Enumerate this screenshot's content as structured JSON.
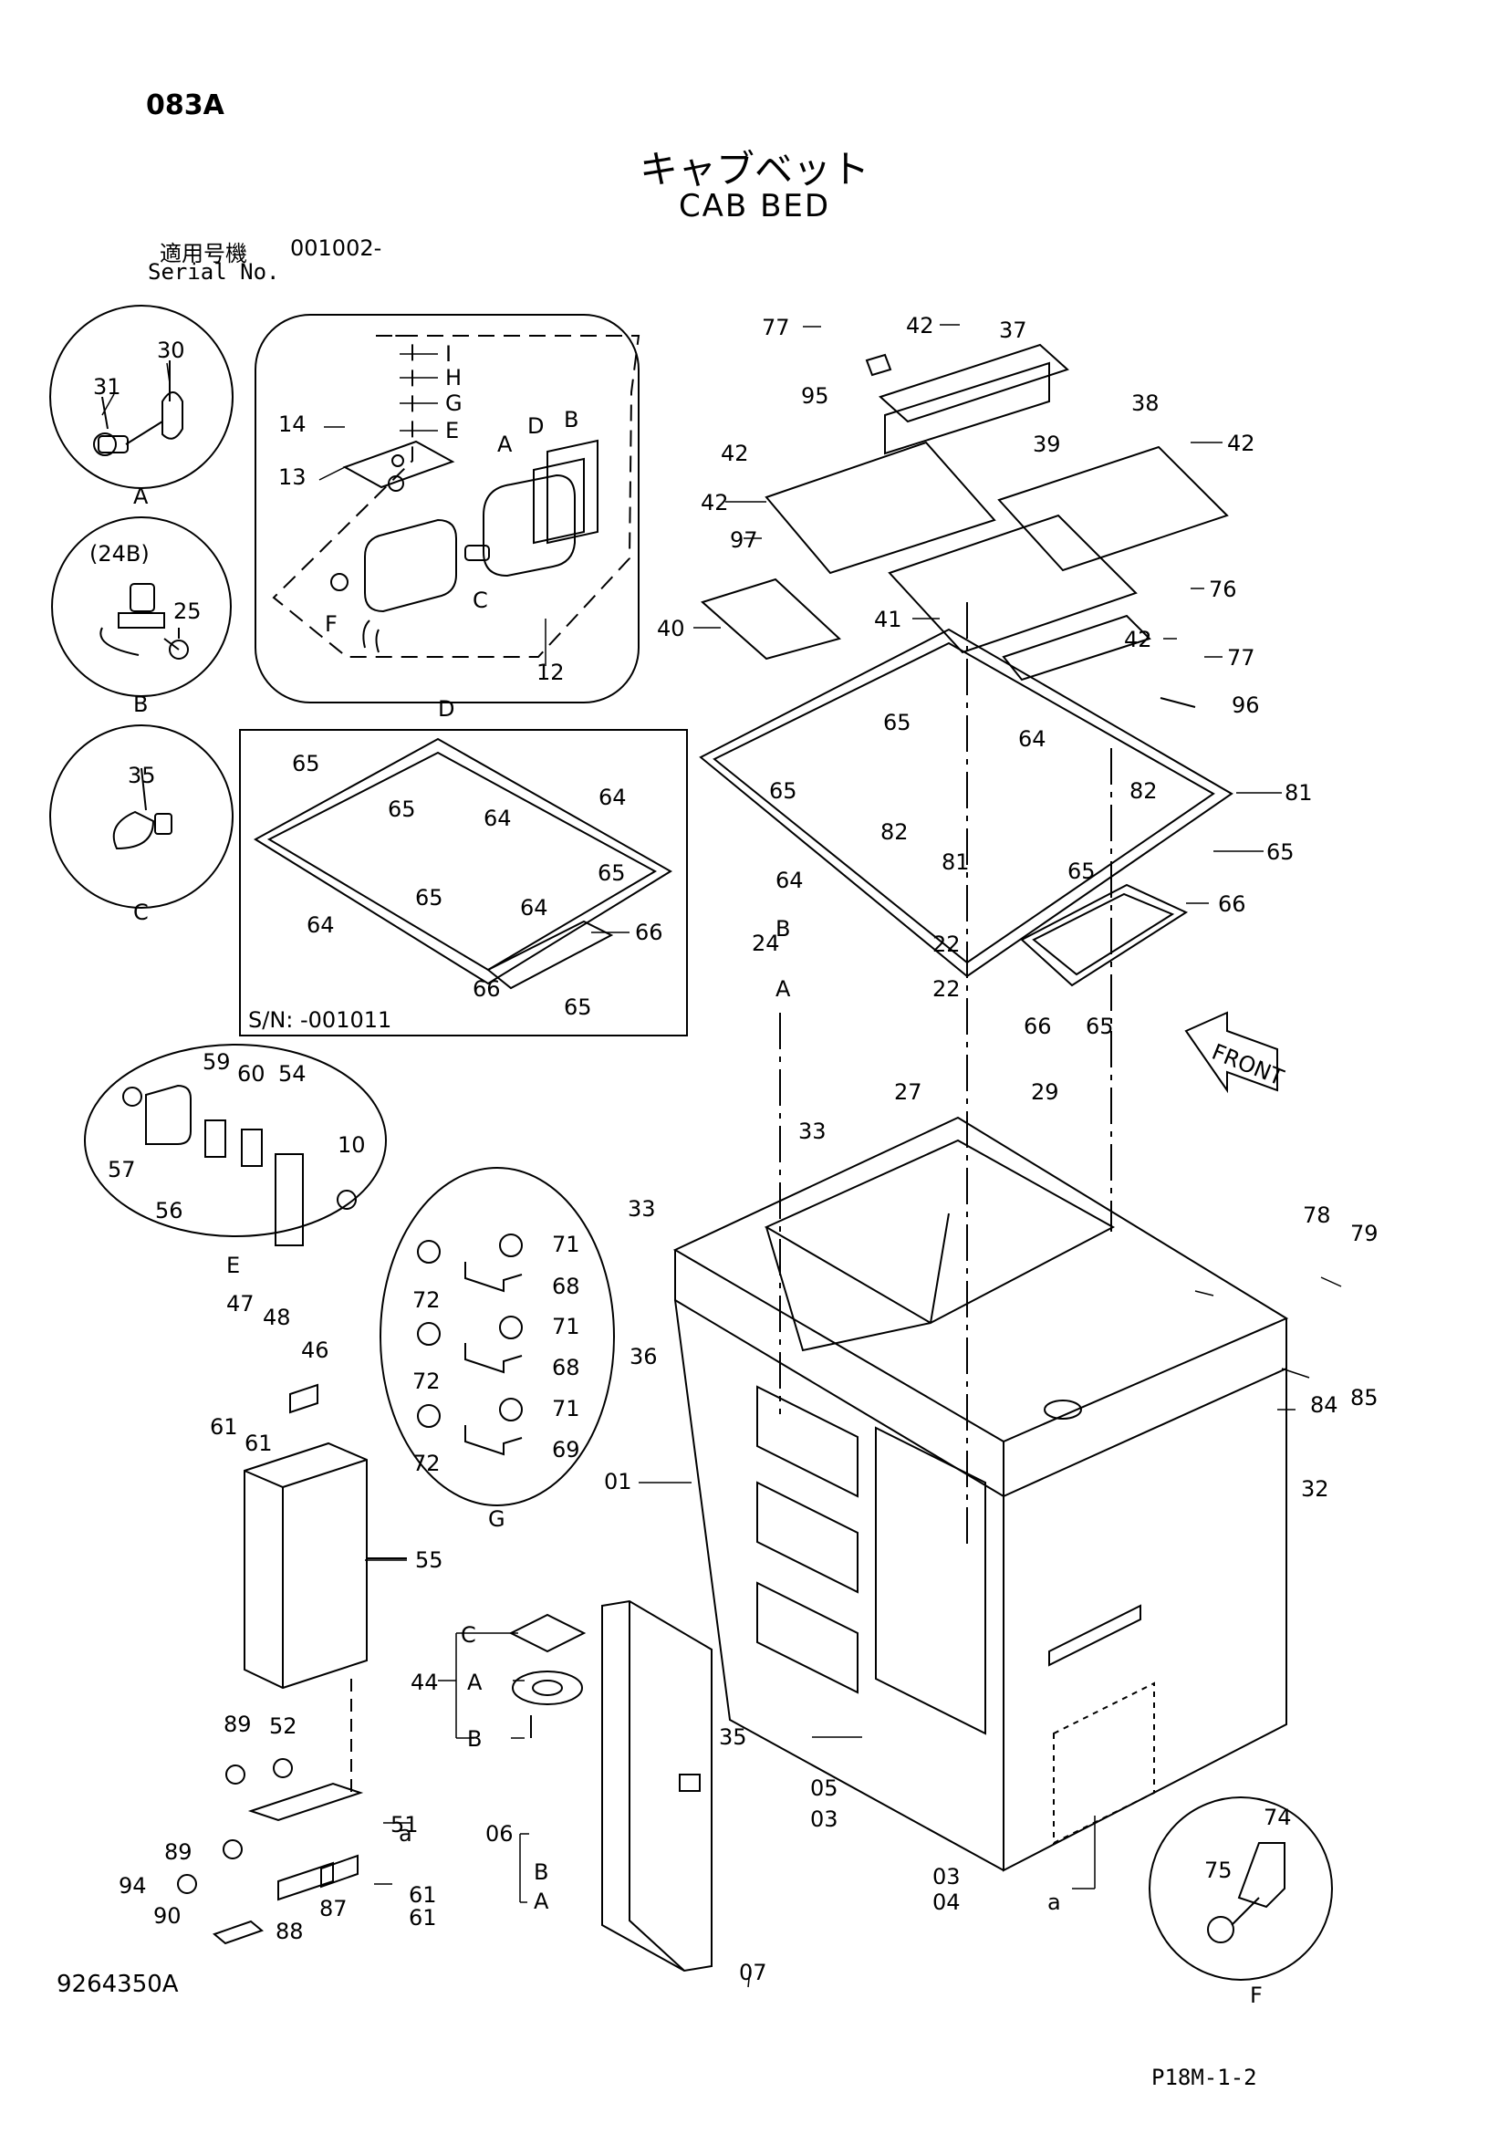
{
  "header": {
    "code": "083A",
    "title_jp": "キャブベット",
    "title_en": "CAB BED",
    "serial_label_jp": "適用号機",
    "serial_label_en": "Serial No.",
    "serial_value": "001002-"
  },
  "footer": {
    "doc_number": "9264350A",
    "page_ref": "P18M-1-2"
  },
  "inset_box": {
    "serial_note": "S/N: -001011"
  },
  "detail_labels": [
    "A",
    "B",
    "C",
    "D",
    "E",
    "F",
    "G"
  ],
  "callouts": [
    "30",
    "31",
    "(24B)",
    "25",
    "35",
    "14",
    "13",
    "I",
    "H",
    "G",
    "E",
    "D",
    "B",
    "A",
    "F",
    "C",
    "12",
    "77",
    "42",
    "37",
    "95",
    "38",
    "42",
    "39",
    "42",
    "42",
    "76",
    "97",
    "40",
    "41",
    "42",
    "77",
    "96",
    "65",
    "64",
    "65",
    "82",
    "81",
    "65",
    "82",
    "81",
    "64",
    "65",
    "66",
    "66",
    "65",
    "65",
    "65",
    "64",
    "64",
    "65",
    "64",
    "65",
    "64",
    "66",
    "66",
    "65",
    "24",
    "B",
    "A",
    "22",
    "22",
    "27",
    "29",
    "33",
    "33",
    "36",
    "59",
    "60",
    "54",
    "57",
    "56",
    "10",
    "71",
    "72",
    "68",
    "71",
    "72",
    "68",
    "71",
    "72",
    "69",
    "47",
    "48",
    "46",
    "61",
    "61",
    "55",
    "01",
    "78",
    "79",
    "84",
    "85",
    "32",
    "44",
    "C",
    "A",
    "B",
    "35",
    "06",
    "B",
    "A",
    "05",
    "03",
    "03",
    "04",
    "07",
    "89",
    "52",
    "51",
    "89",
    "94",
    "87",
    "90",
    "88",
    "61",
    "61",
    "74",
    "75",
    "a",
    "a"
  ],
  "markers": {
    "front_label": "FRONT"
  }
}
